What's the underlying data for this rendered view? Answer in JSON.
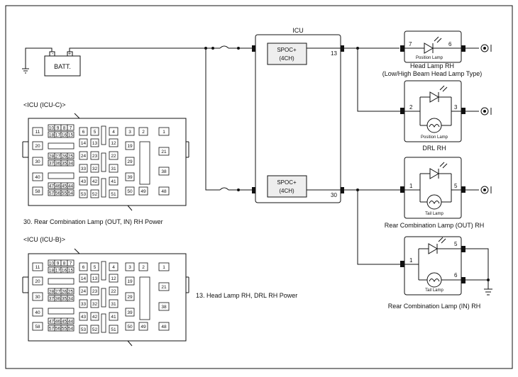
{
  "icu_title": "ICU",
  "battery_label": "BATT.",
  "battery_neg": "-",
  "battery_pos": "+",
  "spoc_top": {
    "line1": "SPOC+",
    "line2": "(4CH)",
    "pin": "13"
  },
  "spoc_bottom": {
    "line1": "SPOC+",
    "line2": "(4CH)",
    "pin": "30"
  },
  "connector_c_title": "<ICU (ICU-C)>",
  "connector_b_title": "<ICU (ICU-B)>",
  "note_30": "30. Rear Combination Lamp (OUT, IN) RH Power",
  "note_13": "13. Head Lamp RH, DRL RH Power",
  "head_lamp": {
    "title": "Head Lamp RH",
    "subtitle": "(Low/High Beam Head Lamp Type)",
    "pin_in": "7",
    "pin_out": "6",
    "bulb_label": "Position Lamp"
  },
  "drl": {
    "title": "DRL RH",
    "pin_in": "2",
    "pin_out": "3",
    "bulb_label": "Position Lamp"
  },
  "rcl_out": {
    "title": "Rear Combination Lamp (OUT) RH",
    "pin_in": "1",
    "pin_out": "5",
    "bulb_label": "Tail Lamp"
  },
  "rcl_in": {
    "title": "Rear Combination Lamp (IN) RH",
    "pin_in": "1",
    "pin_out1": "5",
    "pin_out2": "6",
    "bulb_label": "Tail Lamp"
  },
  "fuse_pins": {
    "row1": [
      "11",
      "10",
      "9",
      "8",
      "7",
      "6",
      "5",
      "4",
      "3",
      "2",
      "1"
    ],
    "row2": [
      "18",
      "17",
      "16",
      "15",
      "14",
      "13",
      "12"
    ],
    "row3": [
      "20",
      "19",
      "21"
    ],
    "row4": [
      "28",
      "27",
      "26",
      "25",
      "24",
      "23",
      "22"
    ],
    "row5": [
      "30",
      "37",
      "36",
      "35",
      "34",
      "33",
      "32",
      "31",
      "29"
    ],
    "row6": [
      "40",
      "39",
      "38"
    ],
    "row7": [
      "47",
      "46",
      "45",
      "44",
      "43",
      "42",
      "41"
    ],
    "row8": [
      "58",
      "57",
      "56",
      "55",
      "54",
      "53",
      "52",
      "51",
      "50",
      "49",
      "48"
    ]
  }
}
